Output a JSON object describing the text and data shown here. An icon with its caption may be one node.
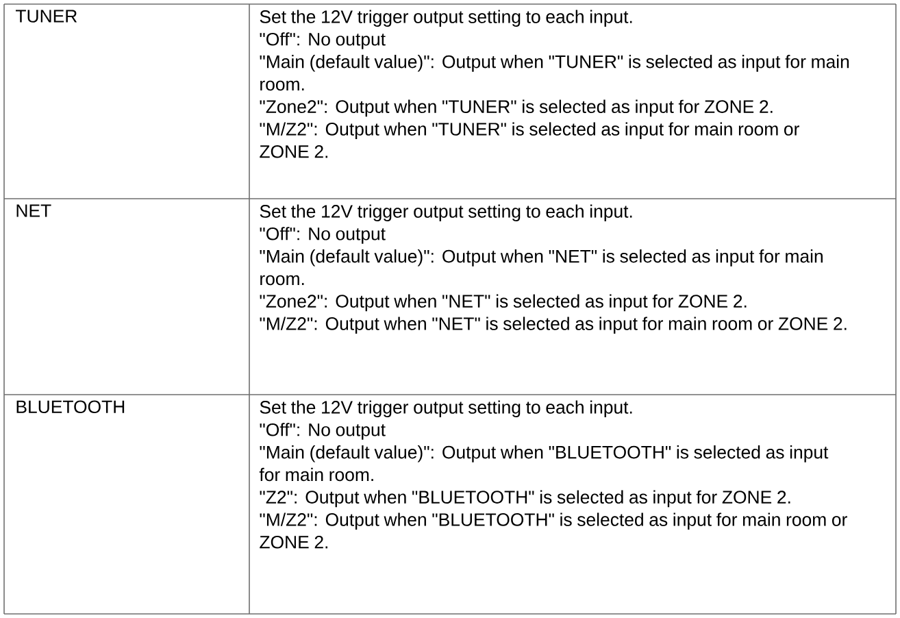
{
  "diagram": {
    "labels": [
      "TUNER",
      "Set the 12V trigger output setting to each input.",
      "\"Off\": No output",
      "\"Main (default value)\": Output when \"TUNER\" is selected as input for main room.",
      "\"Zone2\": Output when \"TUNER\" is selected as input for ZONE 2.",
      "\"M/Z2\": Output when \"TUNER\" is selected as input for main room or ZONE 2.",
      "NET",
      "Set the 12V trigger output setting to each input.",
      "\"Off\": No output",
      "\"Main (default value)\": Output when \"NET\" is selected as input for main room.",
      "\"Zone2\": Output when \"NET\" is selected as input for ZONE 2.",
      "\"M/Z2\": Output when \"NET\" is selected as input for main room or ZONE 2.",
      "BLUETOOTH",
      "Set the 12V trigger output setting to each input.",
      "\"Off\": No output",
      "\"Main (default value)\": Output when \"BLUETOOTH\" is selected as input for main room.",
      "\"Z2\": Output when \"BLUETOOTH\" is selected as input for ZONE 2.",
      "\"M/Z2\": Output when \"BLUETOOTH\" is selected as input for main room or ZONE 2."
    ]
  }
}
